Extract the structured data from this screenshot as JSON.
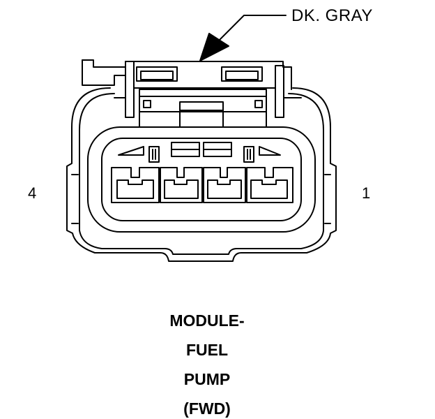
{
  "callout": {
    "label": "DK. GRAY"
  },
  "pins": {
    "left": "4",
    "right": "1"
  },
  "title": {
    "lines": [
      "MODULE-",
      "FUEL",
      "PUMP",
      "(FWD)"
    ]
  }
}
